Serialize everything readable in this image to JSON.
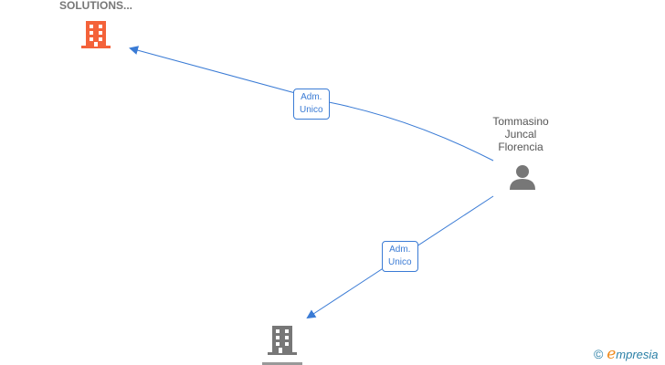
{
  "nodes": {
    "company_top": {
      "label": "SOLUTIONS...",
      "icon": "building-icon",
      "color": "#f4623a"
    },
    "person": {
      "label_lines": [
        "Tommasino",
        "Juncal",
        "Florencia"
      ],
      "icon": "person-icon",
      "color": "#777777"
    },
    "company_bottom": {
      "icon": "building-icon",
      "color": "#777777"
    }
  },
  "edges": [
    {
      "from": "person",
      "to": "company_top",
      "label_lines": [
        "Adm.",
        "Unico"
      ]
    },
    {
      "from": "person",
      "to": "company_bottom",
      "label_lines": [
        "Adm.",
        "Unico"
      ]
    }
  ],
  "edge_color": "#3a7bd5",
  "brand": {
    "copyright": "©",
    "e": "e",
    "rest": "mpresia"
  }
}
